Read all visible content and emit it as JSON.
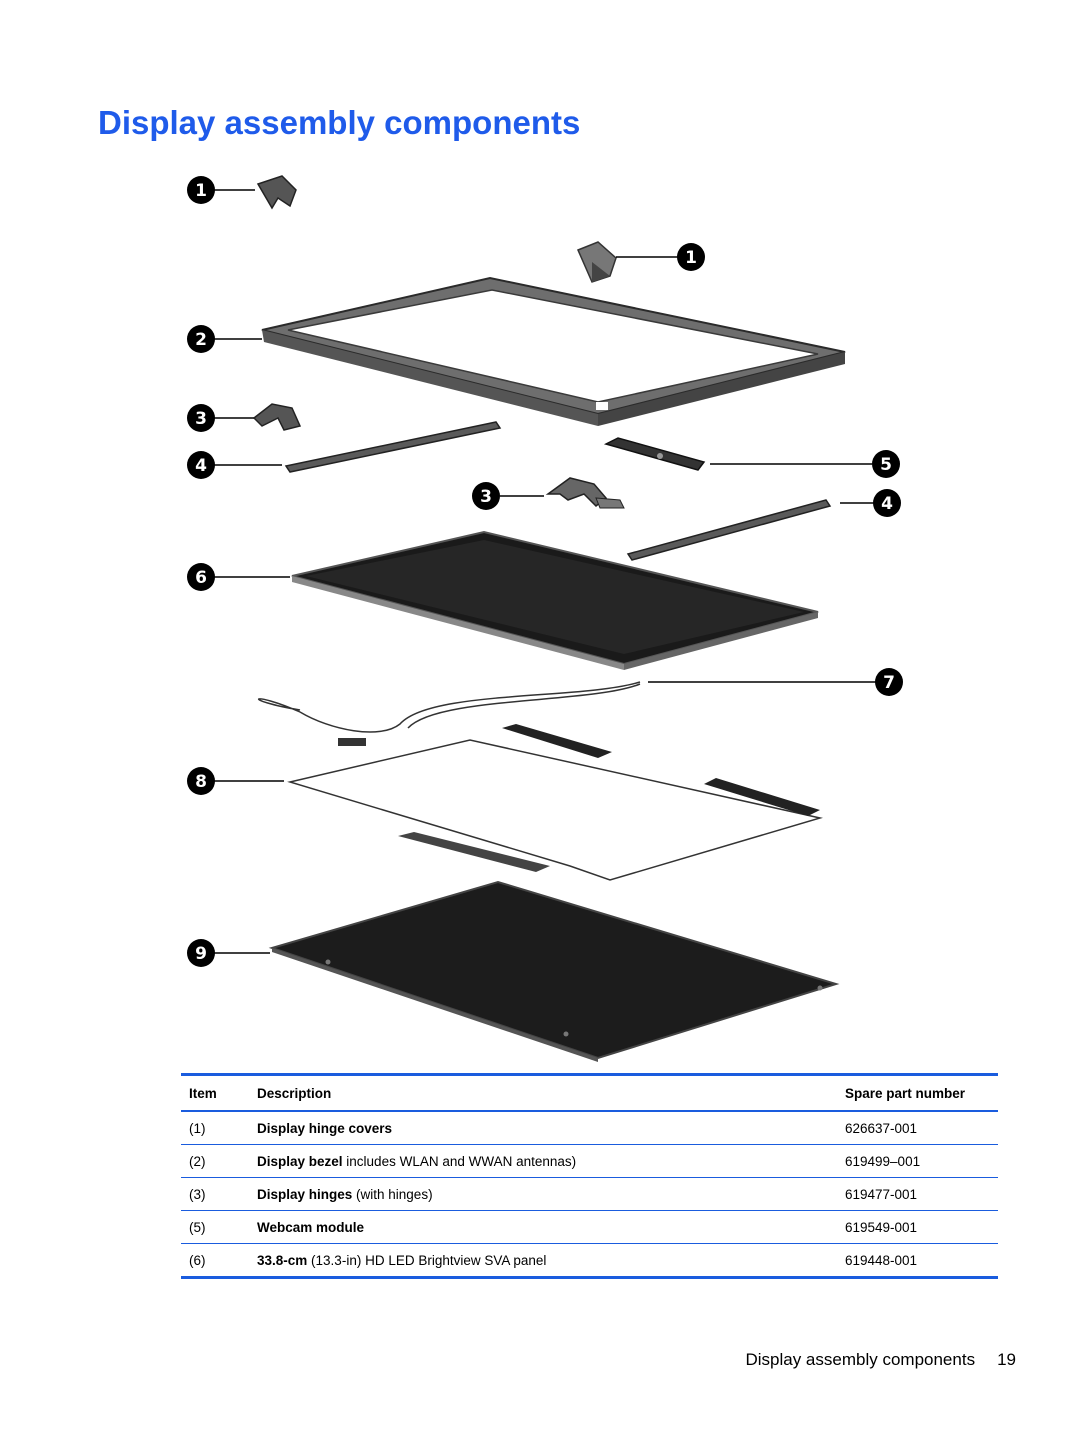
{
  "page": {
    "title": "Display assembly components",
    "footer": {
      "section": "Display assembly components",
      "page_number": "19"
    }
  },
  "figure": {
    "callouts": [
      "1",
      "1",
      "2",
      "3",
      "4",
      "5",
      "3",
      "4",
      "6",
      "7",
      "8",
      "9"
    ]
  },
  "table": {
    "headers": {
      "item": "Item",
      "description": "Description",
      "spare": "Spare part number"
    },
    "rows": [
      {
        "item": "(1)",
        "bold": "Display hinge covers",
        "rest": "",
        "spare": "626637-001"
      },
      {
        "item": "(2)",
        "bold": "Display bezel",
        "rest": " includes WLAN and WWAN antennas)",
        "spare": "619499–001"
      },
      {
        "item": "(3)",
        "bold": "Display hinges",
        "rest": " (with hinges)",
        "spare": "619477-001"
      },
      {
        "item": "(5)",
        "bold": "Webcam module",
        "rest": "",
        "spare": "619549-001"
      },
      {
        "item": "(6)",
        "bold": "33.8-cm",
        "rest": " (13.3-in) HD LED Brightview SVA panel",
        "spare": "619448-001"
      }
    ]
  },
  "colors": {
    "title": "#1f5bea",
    "table_rule": "#1a5cde"
  }
}
